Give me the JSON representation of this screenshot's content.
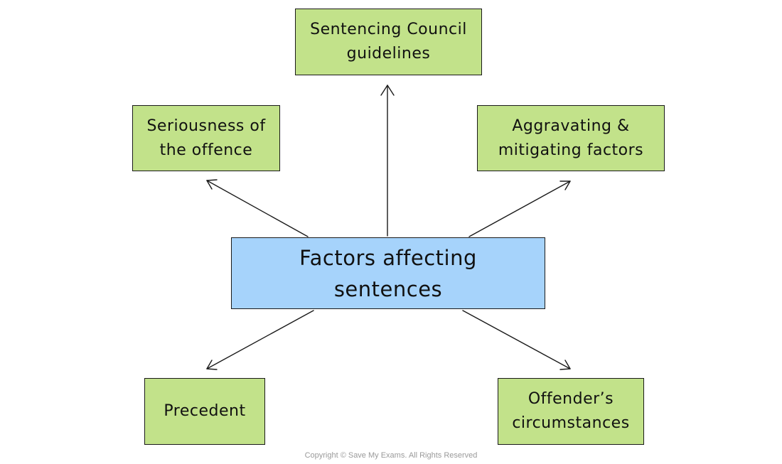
{
  "colors": {
    "outer_box_fill": "#c2e28a",
    "center_box_fill": "#a6d3fb",
    "stroke": "#1a1a1a",
    "copyright_text": "#9a9a9a"
  },
  "diagram": {
    "center": {
      "line1": "Factors affecting",
      "line2": "sentences"
    },
    "factors": {
      "top": {
        "line1": "Sentencing Council",
        "line2": "guidelines"
      },
      "upper_left": {
        "line1": "Seriousness of",
        "line2": "the offence"
      },
      "upper_right": {
        "line1": "Aggravating &",
        "line2": "mitigating factors"
      },
      "lower_left": {
        "line1": "Precedent"
      },
      "lower_right": {
        "line1": "Offender’s",
        "line2": "circumstances"
      }
    }
  },
  "footer": {
    "copyright": "Copyright © Save My Exams. All Rights Reserved"
  }
}
